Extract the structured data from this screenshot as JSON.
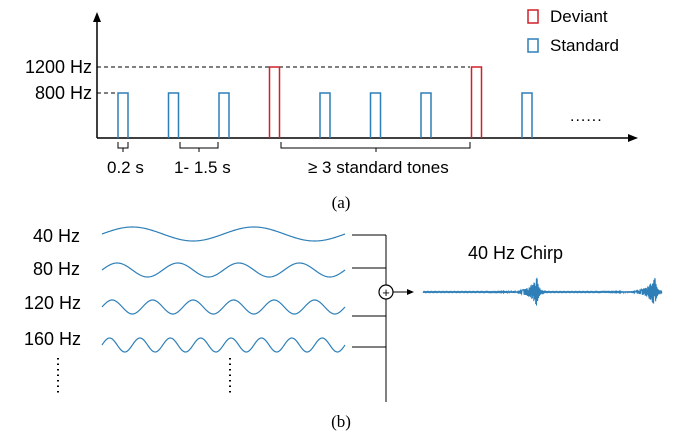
{
  "panel_a": {
    "ytick_high": "1200 Hz",
    "ytick_low": "800 Hz",
    "legend": {
      "deviant": "Deviant",
      "standard": "Standard"
    },
    "annotations": {
      "duration": "0.2 s",
      "isi": "1- 1.5 s",
      "min_standards": "≥ 3 standard tones",
      "continuation": "......"
    },
    "tone_sequence": [
      "standard",
      "standard",
      "standard",
      "deviant",
      "standard",
      "standard",
      "standard",
      "deviant",
      "standard"
    ],
    "caption": "(a)"
  },
  "panel_b": {
    "components": [
      {
        "label": "40 Hz",
        "cycles": 2
      },
      {
        "label": "80 Hz",
        "cycles": 4
      },
      {
        "label": "120 Hz",
        "cycles": 6
      },
      {
        "label": "160 Hz",
        "cycles": 8
      }
    ],
    "sum_symbol": "+",
    "output_label": "40 Hz Chirp",
    "caption": "(b)"
  },
  "colors": {
    "standard": "#2e7fb8",
    "deviant": "#d0202a",
    "wave": "#2e7fb8",
    "axis": "#000000"
  }
}
